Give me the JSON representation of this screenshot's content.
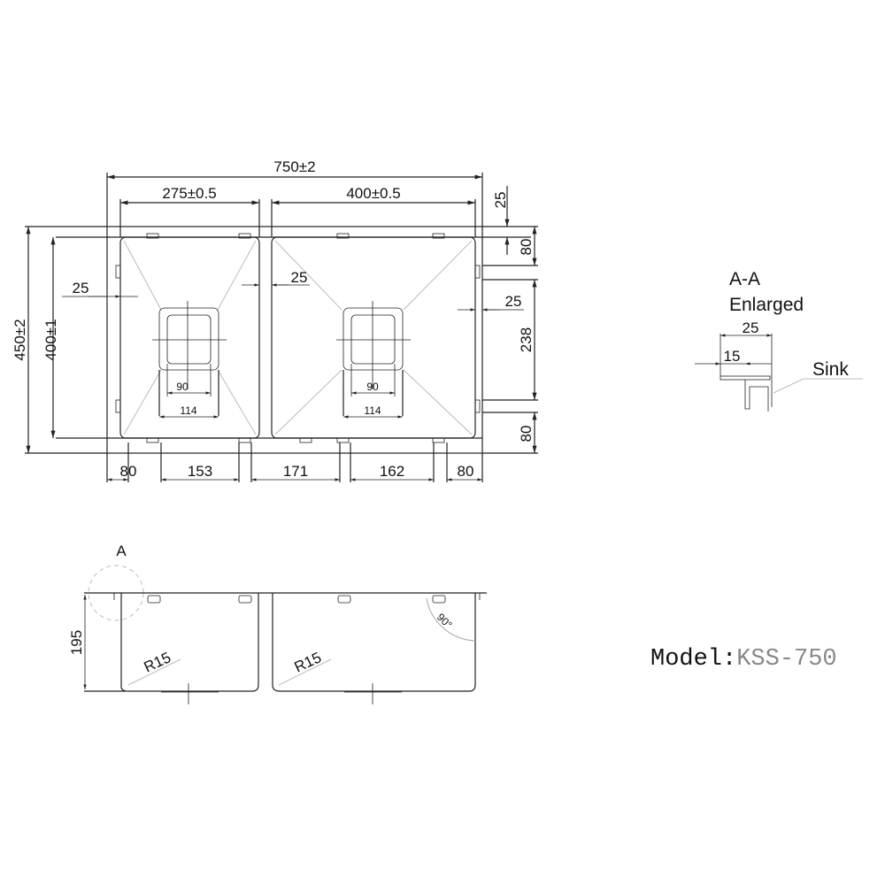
{
  "top_view": {
    "overall_width": "750±2",
    "left_bowl_width": "275±0.5",
    "right_bowl_width": "400±0.5",
    "overall_depth": "450±2",
    "bowl_depth": "400±1",
    "left_offset": "25",
    "center_gap": "25",
    "right_offset": "25",
    "right_top_25": "25",
    "right_top_80": "80",
    "right_mid_238": "238",
    "right_bottom_80": "80",
    "drain_inner_left": "90",
    "drain_outer_left": "114",
    "drain_inner_right": "90",
    "drain_outer_right": "114",
    "bottom_dims": [
      "80",
      "153",
      "171",
      "162",
      "80"
    ]
  },
  "side_view": {
    "section_marker": "A",
    "height": "195",
    "radius_left": "R15",
    "radius_right": "R15",
    "angle": "90°"
  },
  "detail": {
    "title": "A-A",
    "subtitle": "Enlarged",
    "dim_25": "25",
    "dim_15": "15",
    "label": "Sink"
  },
  "model": {
    "label": "Model:",
    "value": "KSS-750"
  }
}
